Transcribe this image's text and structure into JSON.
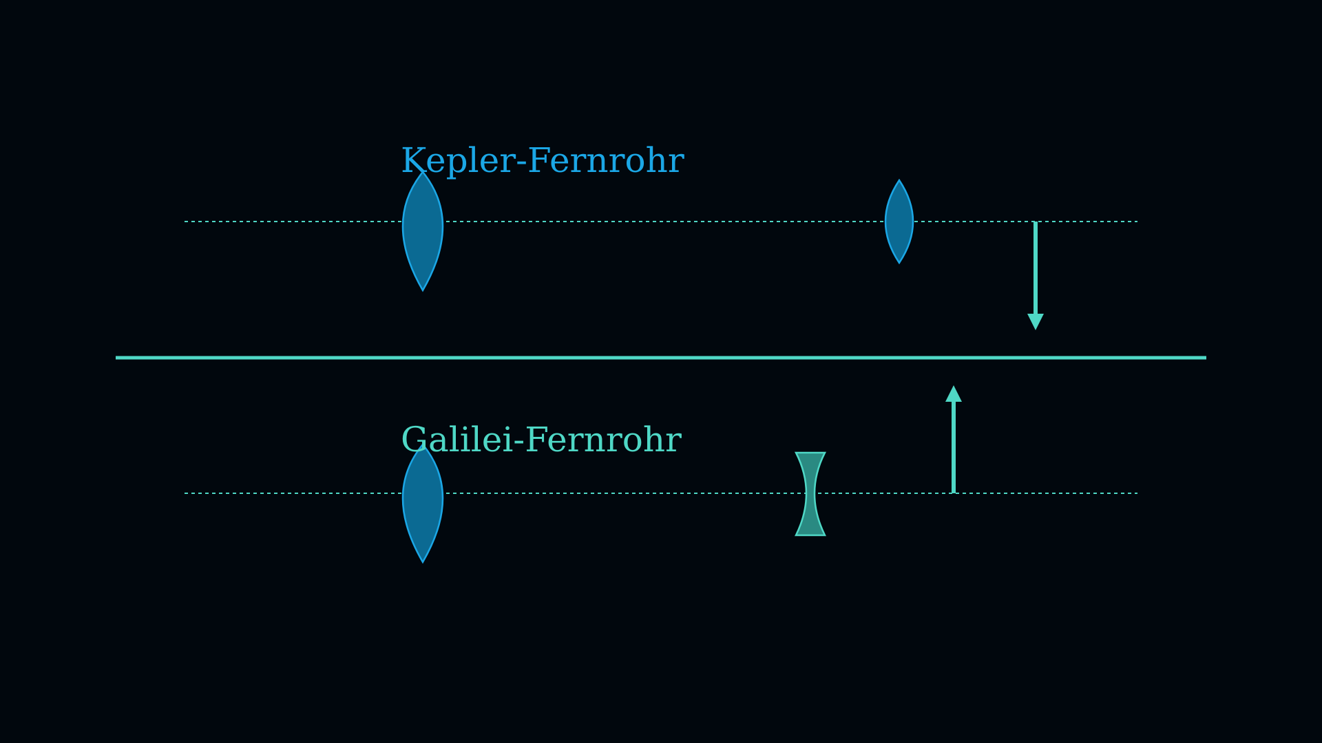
{
  "colors": {
    "background": "#01070d",
    "kepler_accent": "#1ba7e6",
    "galilei_accent": "#4fd8c6",
    "lens_fill": "#0b6a93",
    "diverging_lens_fill": "#2a8a82"
  },
  "kepler": {
    "title": "Kepler-Fernrohr",
    "image_orientation": "inverted"
  },
  "galilei": {
    "title": "Galilei-Fernrohr",
    "image_orientation": "upright"
  }
}
